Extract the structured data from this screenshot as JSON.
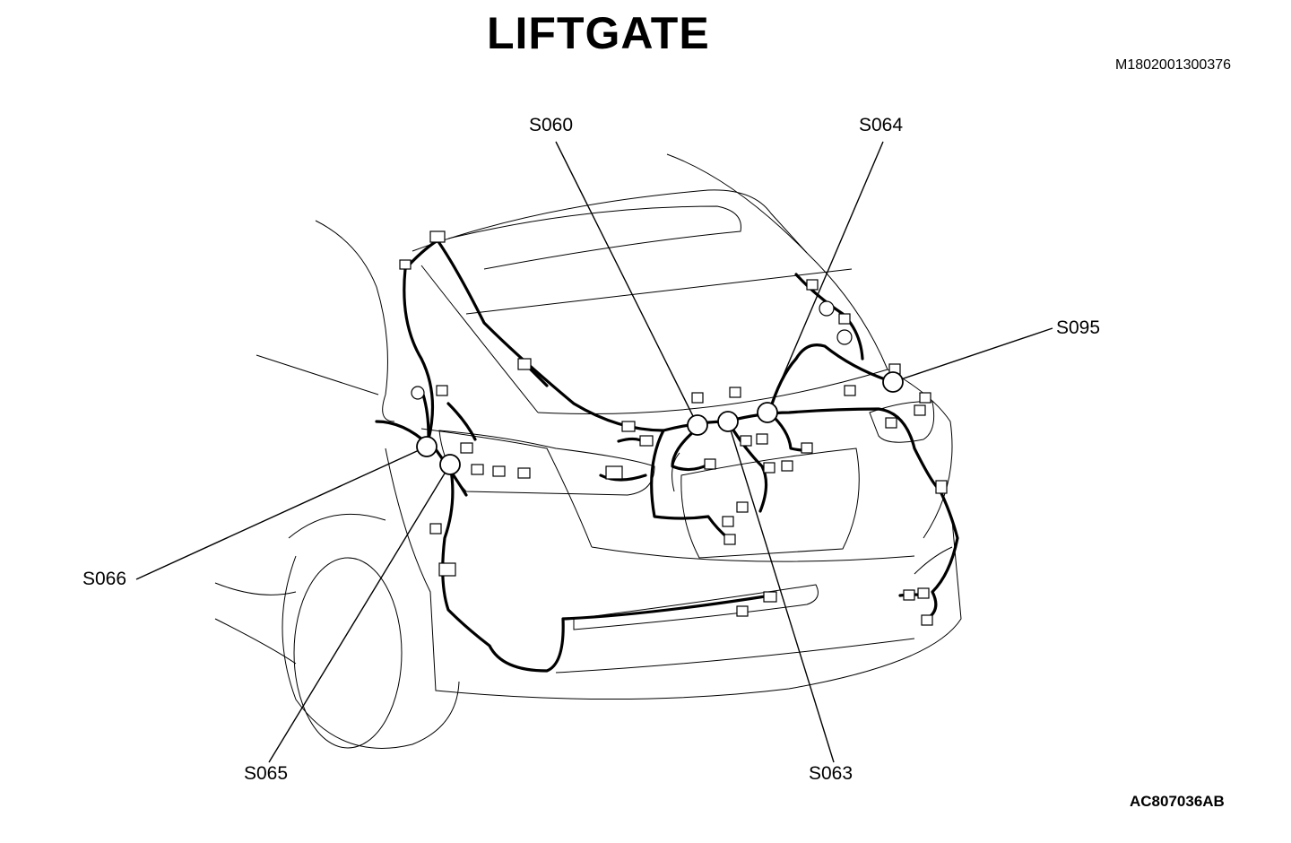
{
  "title": "LIFTGATE",
  "doc_id": "M1802001300376",
  "figure_id": "AC807036AB",
  "splices": [
    {
      "id": "s060",
      "label": "S060"
    },
    {
      "id": "s064",
      "label": "S064"
    },
    {
      "id": "s095",
      "label": "S095"
    },
    {
      "id": "s066",
      "label": "S066"
    },
    {
      "id": "s065",
      "label": "S065"
    },
    {
      "id": "s063",
      "label": "S063"
    }
  ]
}
